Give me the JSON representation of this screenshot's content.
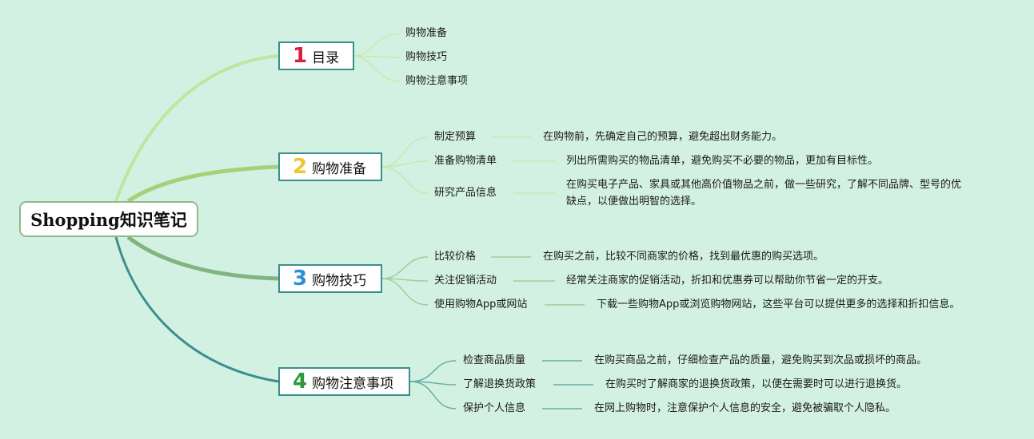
{
  "root": {
    "label": "Shopping知识笔记"
  },
  "branches": [
    {
      "number": "1",
      "label": "目录",
      "number_color": "#d6213a",
      "items": [
        {
          "label": "购物准备"
        },
        {
          "label": "购物技巧"
        },
        {
          "label": "购物注意事项"
        }
      ]
    },
    {
      "number": "2",
      "label": "购物准备",
      "number_color": "#f0c535",
      "items": [
        {
          "label": "制定预算",
          "desc": "在购物前，先确定自己的预算，避免超出财务能力。"
        },
        {
          "label": "准备购物清单",
          "desc": "列出所需购买的物品清单，避免购买不必要的物品，更加有目标性。"
        },
        {
          "label": "研究产品信息",
          "desc": "在购买电子产品、家具或其他高价值物品之前，做一些研究，了解不同品牌、型号的优缺点，以便做出明智的选择。"
        }
      ]
    },
    {
      "number": "3",
      "label": "购物技巧",
      "number_color": "#2c8fd6",
      "items": [
        {
          "label": "比较价格",
          "desc": "在购买之前，比较不同商家的价格，找到最优惠的购买选项。"
        },
        {
          "label": "关注促销活动",
          "desc": "经常关注商家的促销活动，折扣和优惠券可以帮助你节省一定的开支。"
        },
        {
          "label": "使用购物App或网站",
          "desc": "下载一些购物App或浏览购物网站，这些平台可以提供更多的选择和折扣信息。"
        }
      ]
    },
    {
      "number": "4",
      "label": "购物注意事项",
      "number_color": "#2a9a3a",
      "items": [
        {
          "label": "检查商品质量",
          "desc": "在购买商品之前，仔细检查产品的质量，避免购买到次品或损坏的商品。"
        },
        {
          "label": "了解退换货政策",
          "desc": "在购买时了解商家的退换货政策，以便在需要时可以进行退换货。"
        },
        {
          "label": "保护个人信息",
          "desc": "在网上购物时，注意保护个人信息的安全，避免被骗取个人隐私。"
        }
      ]
    }
  ],
  "colors": {
    "background": "#d3f1e2",
    "branch_lines": [
      "#bfe6a0",
      "#a8d07a",
      "#7fb57f",
      "#3b8e8e"
    ]
  }
}
